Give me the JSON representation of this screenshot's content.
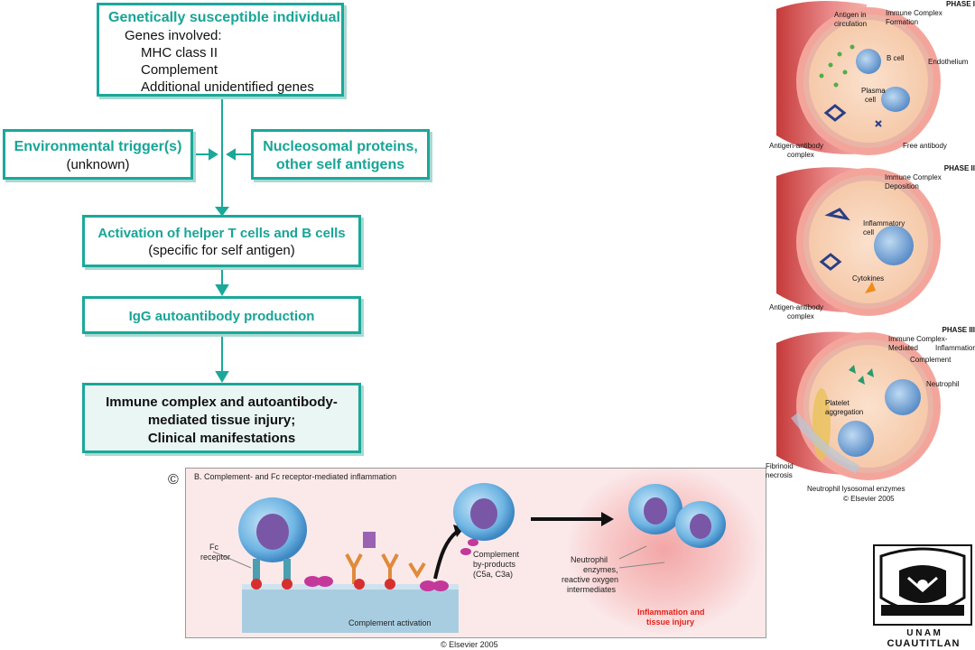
{
  "flowchart": {
    "box1": {
      "title": "Genetically susceptible individual",
      "line1": "Genes involved:",
      "line2": "MHC class II",
      "line3": "Complement",
      "line4": "Additional unidentified genes"
    },
    "env": {
      "title": "Environmental trigger(s)",
      "sub": "(unknown)"
    },
    "nucleo": {
      "line1": "Nucleosomal proteins,",
      "line2": "other self antigens"
    },
    "activation": {
      "line1": "Activation of helper T cells and B cells",
      "line2": "(specific for self antigen)"
    },
    "igg": {
      "title": "IgG autoantibody production"
    },
    "injury": {
      "line1": "Immune complex and autoantibody-",
      "line2": "mediated tissue injury;",
      "line3": "Clinical manifestations"
    }
  },
  "copyright_symbol": "©",
  "panel_b": {
    "title": "B. Complement- and Fc receptor-mediated inflammation",
    "fc_receptor_1": "Fc",
    "fc_receptor_2": "receptor",
    "complement_activation": "Complement activation",
    "byproducts_1": "Complement",
    "byproducts_2": "by-products",
    "byproducts_3": "(C5a, C3a)",
    "neutrophil_1": "Neutrophil",
    "neutrophil_2": "enzymes,",
    "neutrophil_3": "reactive oxygen",
    "neutrophil_4": "intermediates",
    "inflammation_1": "Inflammation and",
    "inflammation_2": "tissue injury",
    "copyright": "© Elsevier 2005"
  },
  "phases": {
    "p1": {
      "title": "PHASE I",
      "subtitle": "Immune Complex Formation",
      "antigen_1": "Antigen in",
      "antigen_2": "circulation",
      "bcell": "B cell",
      "endothelium": "Endothelium",
      "plasma_1": "Plasma",
      "plasma_2": "cell",
      "free_antibody": "Free antibody",
      "aac_1": "Antigen-antibody",
      "aac_2": "complex"
    },
    "p2": {
      "title": "PHASE II",
      "subtitle": "Immune Complex Deposition",
      "infl_1": "Inflammatory",
      "infl_2": "cell",
      "cytokines": "Cytokines",
      "aac_1": "Antigen-antibody",
      "aac_2": "complex"
    },
    "p3": {
      "title": "PHASE III",
      "subtitle_1": "Immune Complex-Mediated",
      "subtitle_2": "Inflammation",
      "complement": "Complement",
      "neutrophil": "Neutrophil",
      "platelet_1": "Platelet",
      "platelet_2": "aggregation",
      "fibrinoid_1": "Fibrinoid",
      "fibrinoid_2": "necrosis",
      "lysosomal": "Neutrophil lysosomal enzymes",
      "copyright": "© Elsevier 2005"
    }
  },
  "logo": {
    "line1": "U N A M",
    "line2": "CUAUTITLAN"
  }
}
